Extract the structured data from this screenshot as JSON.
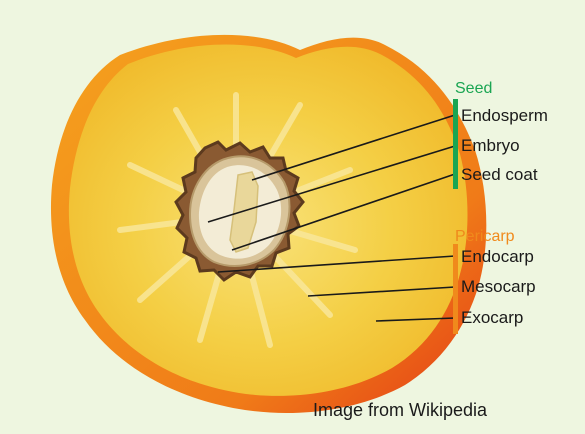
{
  "diagram": {
    "seed_group": {
      "heading": "Seed",
      "color": "#1aa552",
      "labels": [
        "Endosperm",
        "Embryo",
        "Seed coat"
      ]
    },
    "pericarp_group": {
      "heading": "Pericarp",
      "color": "#f08a1c",
      "labels": [
        "Endocarp",
        "Mesocarp",
        "Exocarp"
      ]
    },
    "credit": "Image from Wikipedia"
  },
  "colors": {
    "background": "#eef6e0",
    "flesh": "#f2c12e",
    "flesh_light": "#f7df72",
    "skin": "#f08a1c",
    "skin_red": "#e84a1a",
    "pit": "#8a5a32",
    "seed_coat": "#d9c49a",
    "endosperm": "#f3ecd6",
    "embryo": "#e9d79a"
  }
}
